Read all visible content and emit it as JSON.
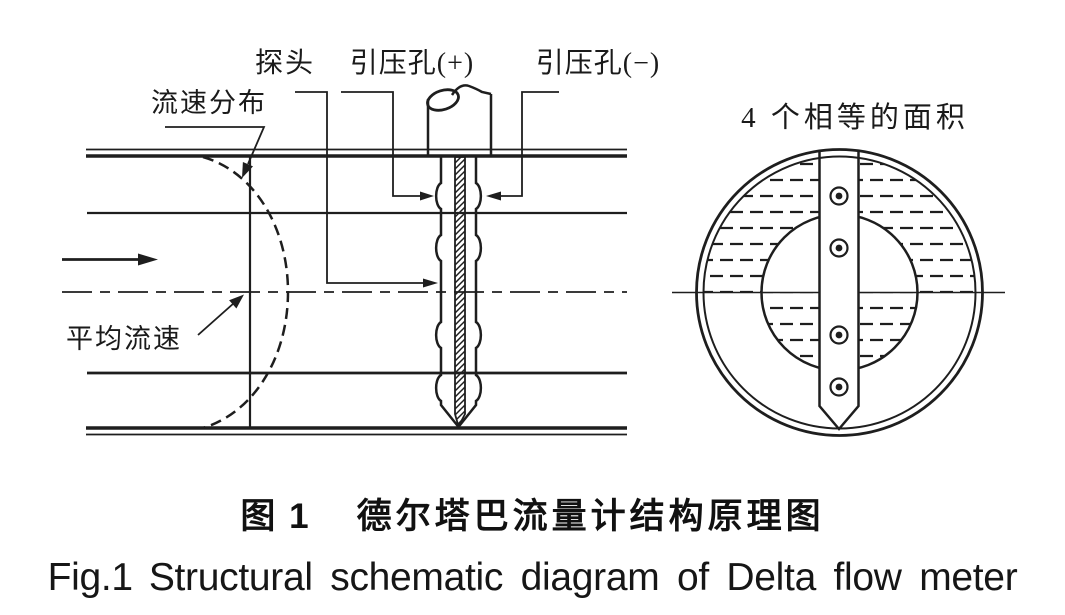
{
  "figure": {
    "left_diagram": {
      "labels": {
        "probe": "探头",
        "pressure_tap_plus": "引压孔(+)",
        "pressure_tap_minus": "引压孔(−)",
        "velocity_distribution": "流速分布",
        "average_velocity": "平均流速"
      }
    },
    "right_diagram": {
      "labels": {
        "equal_areas": "4 个相等的面积"
      }
    },
    "captions": {
      "zh_label": "图 1",
      "zh_title": "德尔塔巴流量计结构原理图",
      "en_label": "Fig.1",
      "en_title": "Structural schematic diagram of Delta flow meter"
    },
    "colors": {
      "ink": "#1e1e1e",
      "background": "#ffffff"
    }
  }
}
